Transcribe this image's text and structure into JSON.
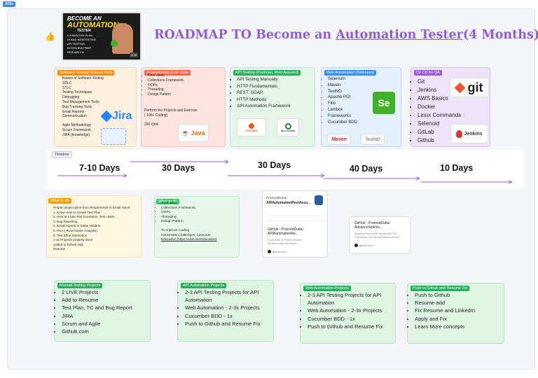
{
  "frame": {
    "tag": "AT8x"
  },
  "thumbnail": {
    "line1": "BECOME AN",
    "line2": "AUTOMATION",
    "line3": "TESTER",
    "bullets": [
      "4-5 MONTHS PLAN",
      "UI AND WEBTESTING",
      "API TESTING",
      "INTERVIEW PREP",
      "RESUME FIX"
    ],
    "badge": "4:35"
  },
  "title": {
    "prefix": "ROADMAP TO Become an ",
    "link": "Automation Tester",
    "suffix": "(4 Months)"
  },
  "cards": {
    "manual": {
      "header": "Software Testing( Manual Part)",
      "lines": [
        "Baasis of Software Testing",
        "SDLC",
        "STLC",
        "Testing Techniques",
        "Debugging",
        "Test Management Tools",
        "Bug Tracking Tools",
        "Email Reports",
        "Communication"
      ],
      "lines2": [
        "Agile Methodology",
        "Scrum Framework",
        "JIRA (knowledge)"
      ],
      "logo": "Jira"
    },
    "java": {
      "header": "Programming Core Java",
      "items": [
        "Core Java,",
        "Collections Framework,",
        "OOPs,",
        "Threading,",
        "Design Pattern"
      ],
      "note1": "Perform the Projects and Exercise",
      "note2": "( 100+ Coding)",
      "note3": "200 QnA",
      "logo": "Java"
    },
    "api": {
      "header": "API Testing (Postman, Rest Assured)",
      "items": [
        "API Testing Manually",
        "HTTP Fundamentals",
        "REST, SOAP,",
        "HTTP Methods",
        "API Automation Framework"
      ],
      "logo1": "POSTMAN",
      "logo2": "REST ASSURED"
    },
    "web": {
      "header": "Web Automation (Selenium)",
      "items": [
        "Selenium",
        "Maven",
        "TestNG",
        "Apache POI",
        "Fillo",
        "Lambok",
        "Frameworks",
        "Cucumber BDD"
      ],
      "logo_se": "Se",
      "logo_maven": "Maven",
      "logo_testng": "TestNG"
    },
    "cicd": {
      "header": "CI/ CD for QA",
      "items": [
        "Git",
        "Jenkins",
        "AWS Basics",
        "Docker",
        "Linux Commands",
        "Selenoid",
        "GitLab",
        "Github"
      ],
      "logo_git": "git",
      "logo_jenkins": "Jenkins"
    }
  },
  "timeline": {
    "label": "Timeline",
    "durations": [
      "7-10 Days",
      "30 Days",
      "30 Days",
      "40 Days",
      "10 Days"
    ]
  },
  "todo1": {
    "header": "What to do",
    "lines": [
      "Proper project done from Requirmenet to Email report",
      "1. Know How to Create Test Plan",
      "2. How to Crate Test Scenarios, Test cases",
      "3. Bug Reporting",
      "4. Email reports to Stake Holders",
      "5. RCA ( Root Cause Anayalis)",
      "6. Test Effort Estimation",
      "1-2x Projects properly done",
      "Added to Github Hub",
      "Resume"
    ]
  },
  "todo2": {
    "header": "What to do",
    "items": [
      "Core Java,",
      "Collections Framework,",
      "OOPs,",
      "Threading,",
      "Design Pattern"
    ],
    "note1": "To Improve Coding",
    "note2": "Hackerank Challenges, Leetcode",
    "note3": "Educative (https://sdet.live/educative)"
  },
  "github1": {
    "owner": "PramodDutta/",
    "repo": "APIAutomationRestAssu...",
    "title": "GitHub - PramodDutta/ APIAutomationRe...",
    "desc": "Contribute to PramodDutta/ APIAutomationRestAss...",
    "link": "github.com"
  },
  "github2": {
    "title": "GitHub - PramodDutta/ AdvanceSelenis...",
    "desc": "AdvanceSeleniumFrameworkTTA. Contribute to PramodDutta/Advance...",
    "link": "github.com"
  },
  "projects": {
    "manual": {
      "header": "Manual Testing Projects",
      "items": [
        "2 LIVE Projects",
        "Add to Resume",
        "Test Plan, TC and Bug Report",
        "JIRA",
        "Scrum and Agile",
        "Github.com"
      ]
    },
    "api": {
      "header": "API Automation Projects",
      "items": [
        "2-3 API Testing Projects for API Automation",
        "Web Automation - 2-3x Projects",
        "Cucumber BDD - 1x",
        "Push to Github and Resume Fix"
      ]
    },
    "web": {
      "header": "Web Automation Projects",
      "items": [
        "2-3 API Testing Projects for API Automation",
        "Web Automation - 2-3x Projects",
        "Cucumber BDD - 1x",
        "Push to Github and Resume Fix"
      ]
    },
    "push": {
      "header": "Push to Github and Resume Fix",
      "items": [
        "Push to Github",
        "Resume add",
        "Fix Resume and LinkedIn",
        "Apply and Fix",
        "Learn More concepts"
      ]
    }
  },
  "colors": {
    "title": "#8e5cd9",
    "manual_bg": "#fdf0dd",
    "manual_hdr": "#f08c1a",
    "java_bg": "#fde4de",
    "java_hdr": "#f26a4b",
    "api_bg": "#e4f6e8",
    "api_hdr": "#27ae60",
    "web_bg": "#e4f0fc",
    "web_hdr": "#3b8fe8",
    "cicd_bg": "#efe3fb",
    "cicd_hdr": "#9b59d6",
    "todo1_bg": "#fff6e0",
    "todo1_hdr": "#f39c12",
    "todo2_bg": "#e6f7ea",
    "todo2_hdr": "#2ecc71",
    "proj_bg": "#dff4e2",
    "proj_hdr": "#27ae60",
    "arrow": "#8e5cd9"
  }
}
